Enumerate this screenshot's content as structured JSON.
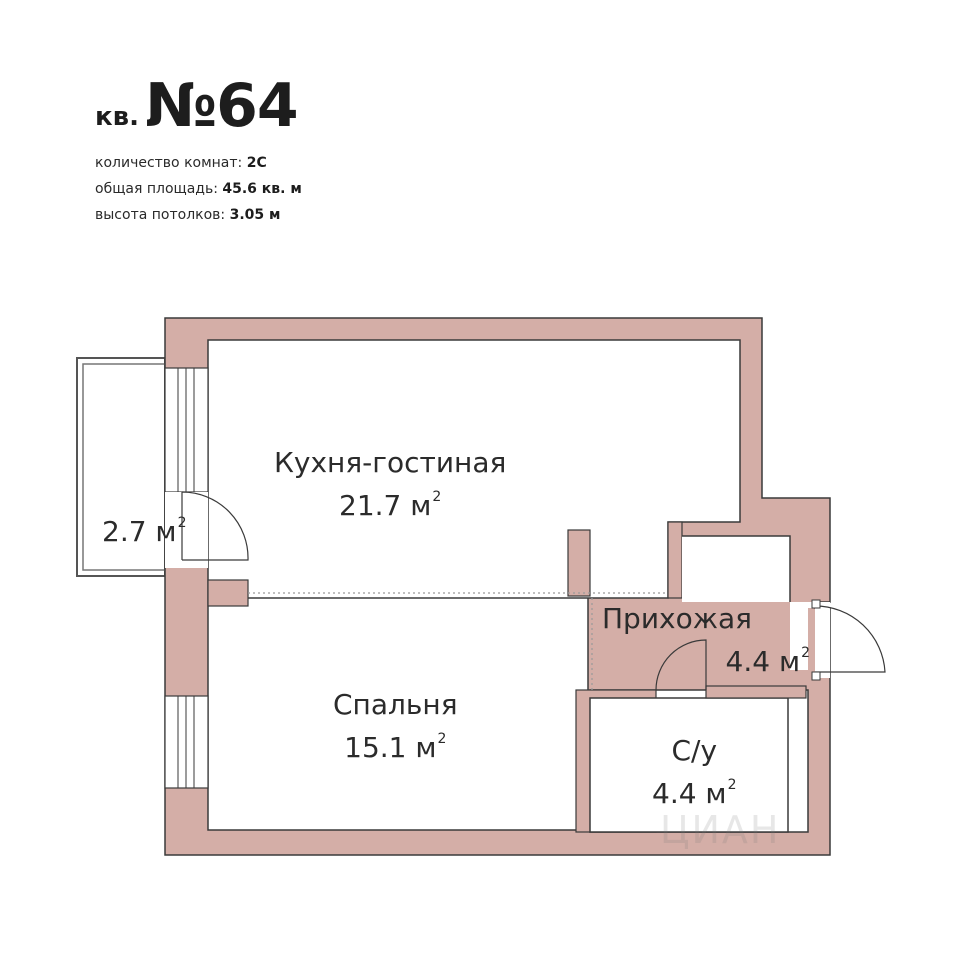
{
  "header": {
    "title_prefix": "кв.",
    "title_number": "№64",
    "specs": [
      {
        "label": "количество комнат:",
        "value": "2С"
      },
      {
        "label": "общая площадь:",
        "value": "45.6 кв. м"
      },
      {
        "label": "высота потолков:",
        "value": "3.05 м"
      }
    ]
  },
  "rooms": {
    "kitchen": {
      "name": "Кухня-гостиная",
      "area": "21.7 м",
      "unit_sup": "2"
    },
    "balcony": {
      "name": "",
      "area": "2.7 м",
      "unit_sup": "2"
    },
    "bedroom": {
      "name": "Спальня",
      "area": "15.1 м",
      "unit_sup": "2"
    },
    "hallway": {
      "name": "Прихожая",
      "area": "4.4 м",
      "unit_sup": "2"
    },
    "bathroom": {
      "name": "С/у",
      "area": "4.4 м",
      "unit_sup": "2"
    }
  },
  "colors": {
    "wall": "#d4aea7",
    "wall_stroke": "#3a3a3a",
    "window": "#ffffff",
    "divider": "#9a9a9a"
  },
  "watermark": "ЦИАН"
}
